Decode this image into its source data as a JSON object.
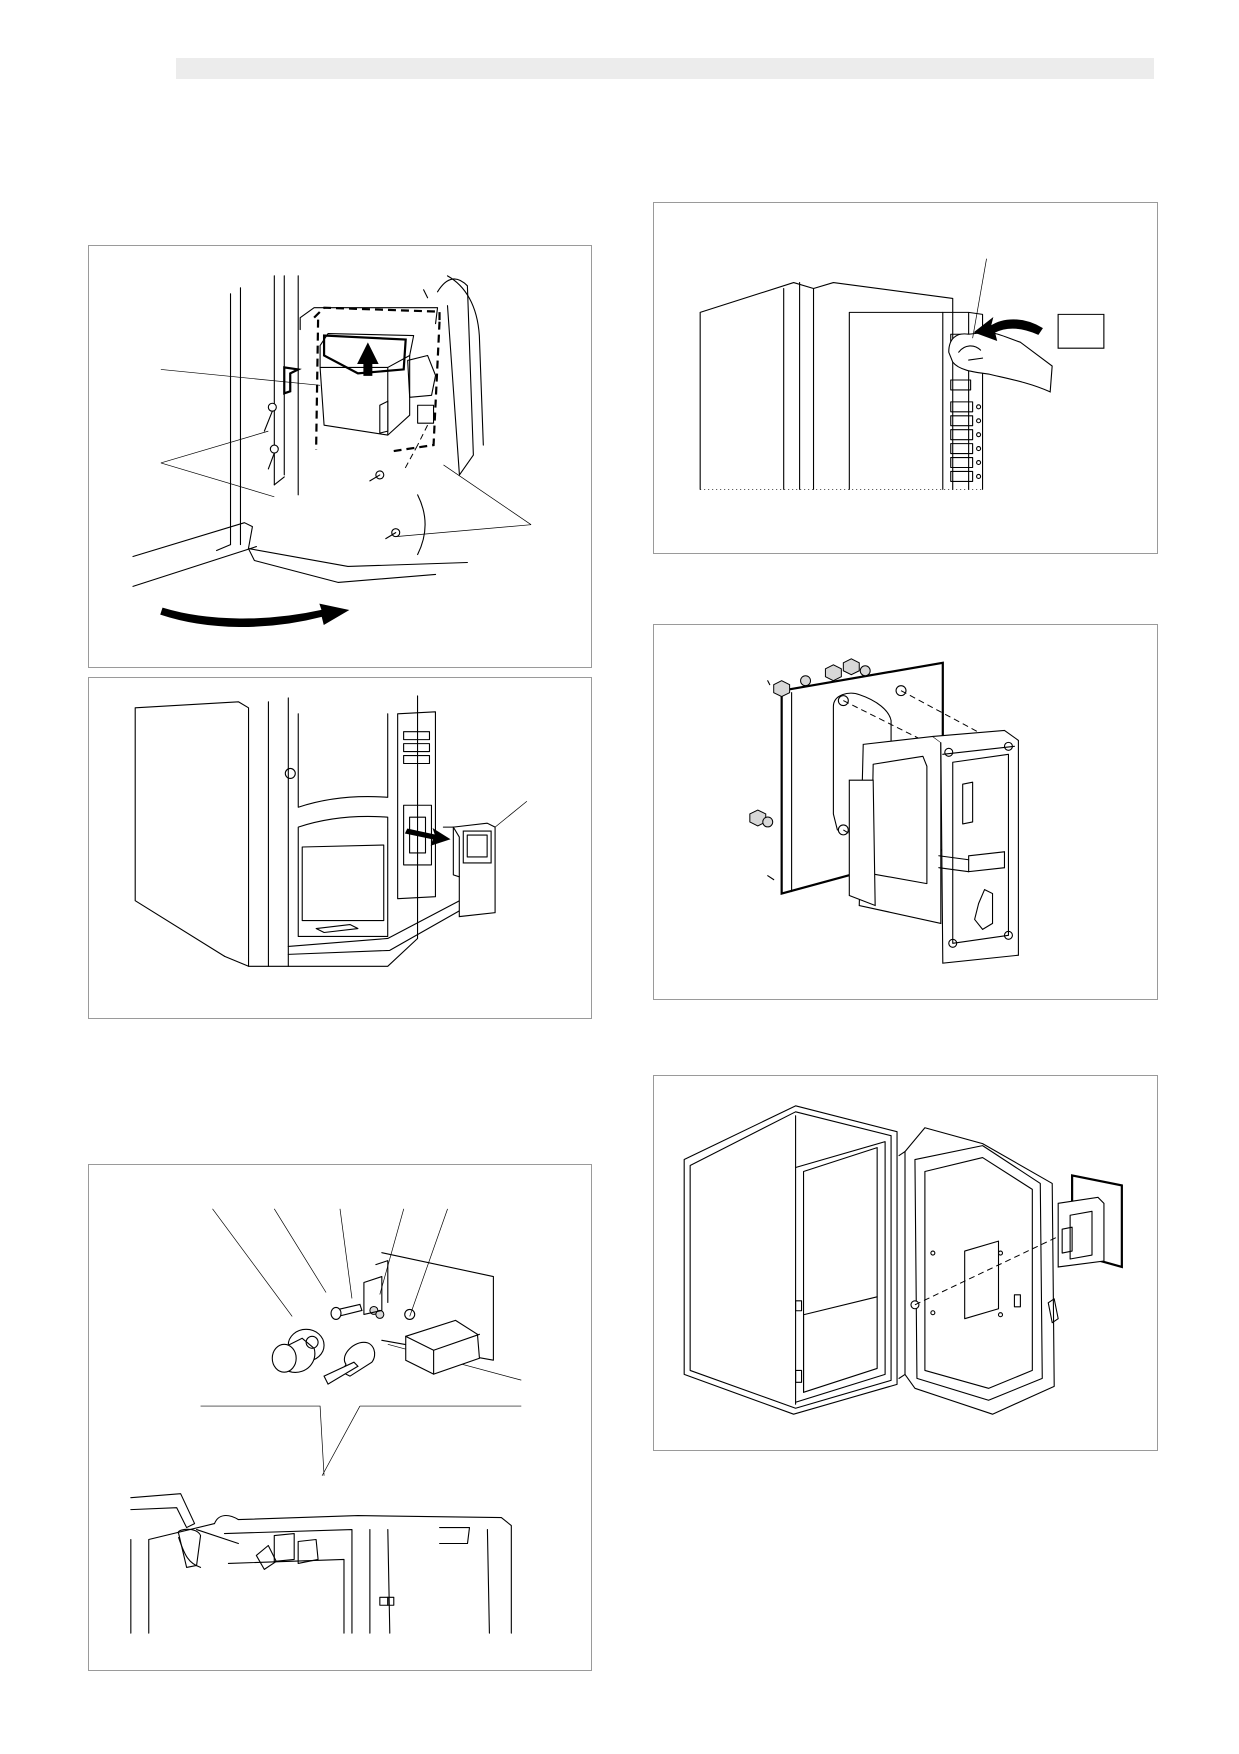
{
  "page": {
    "figures": [
      {
        "id": "fig-1",
        "depicts": "coin-mechanism-bracket-removal"
      },
      {
        "id": "fig-2",
        "depicts": "card-reader-insertion"
      },
      {
        "id": "fig-3",
        "depicts": "payment-panel-removal"
      },
      {
        "id": "fig-4",
        "depicts": "coin-validator-plate-mounting"
      },
      {
        "id": "fig-5",
        "depicts": "coin-return-lever-parts"
      },
      {
        "id": "fig-6",
        "depicts": "external-cabinet-mounting"
      }
    ]
  },
  "icons": {
    "arrow": "arrow-icon",
    "screw": "screw-icon",
    "nut": "nut-icon"
  }
}
